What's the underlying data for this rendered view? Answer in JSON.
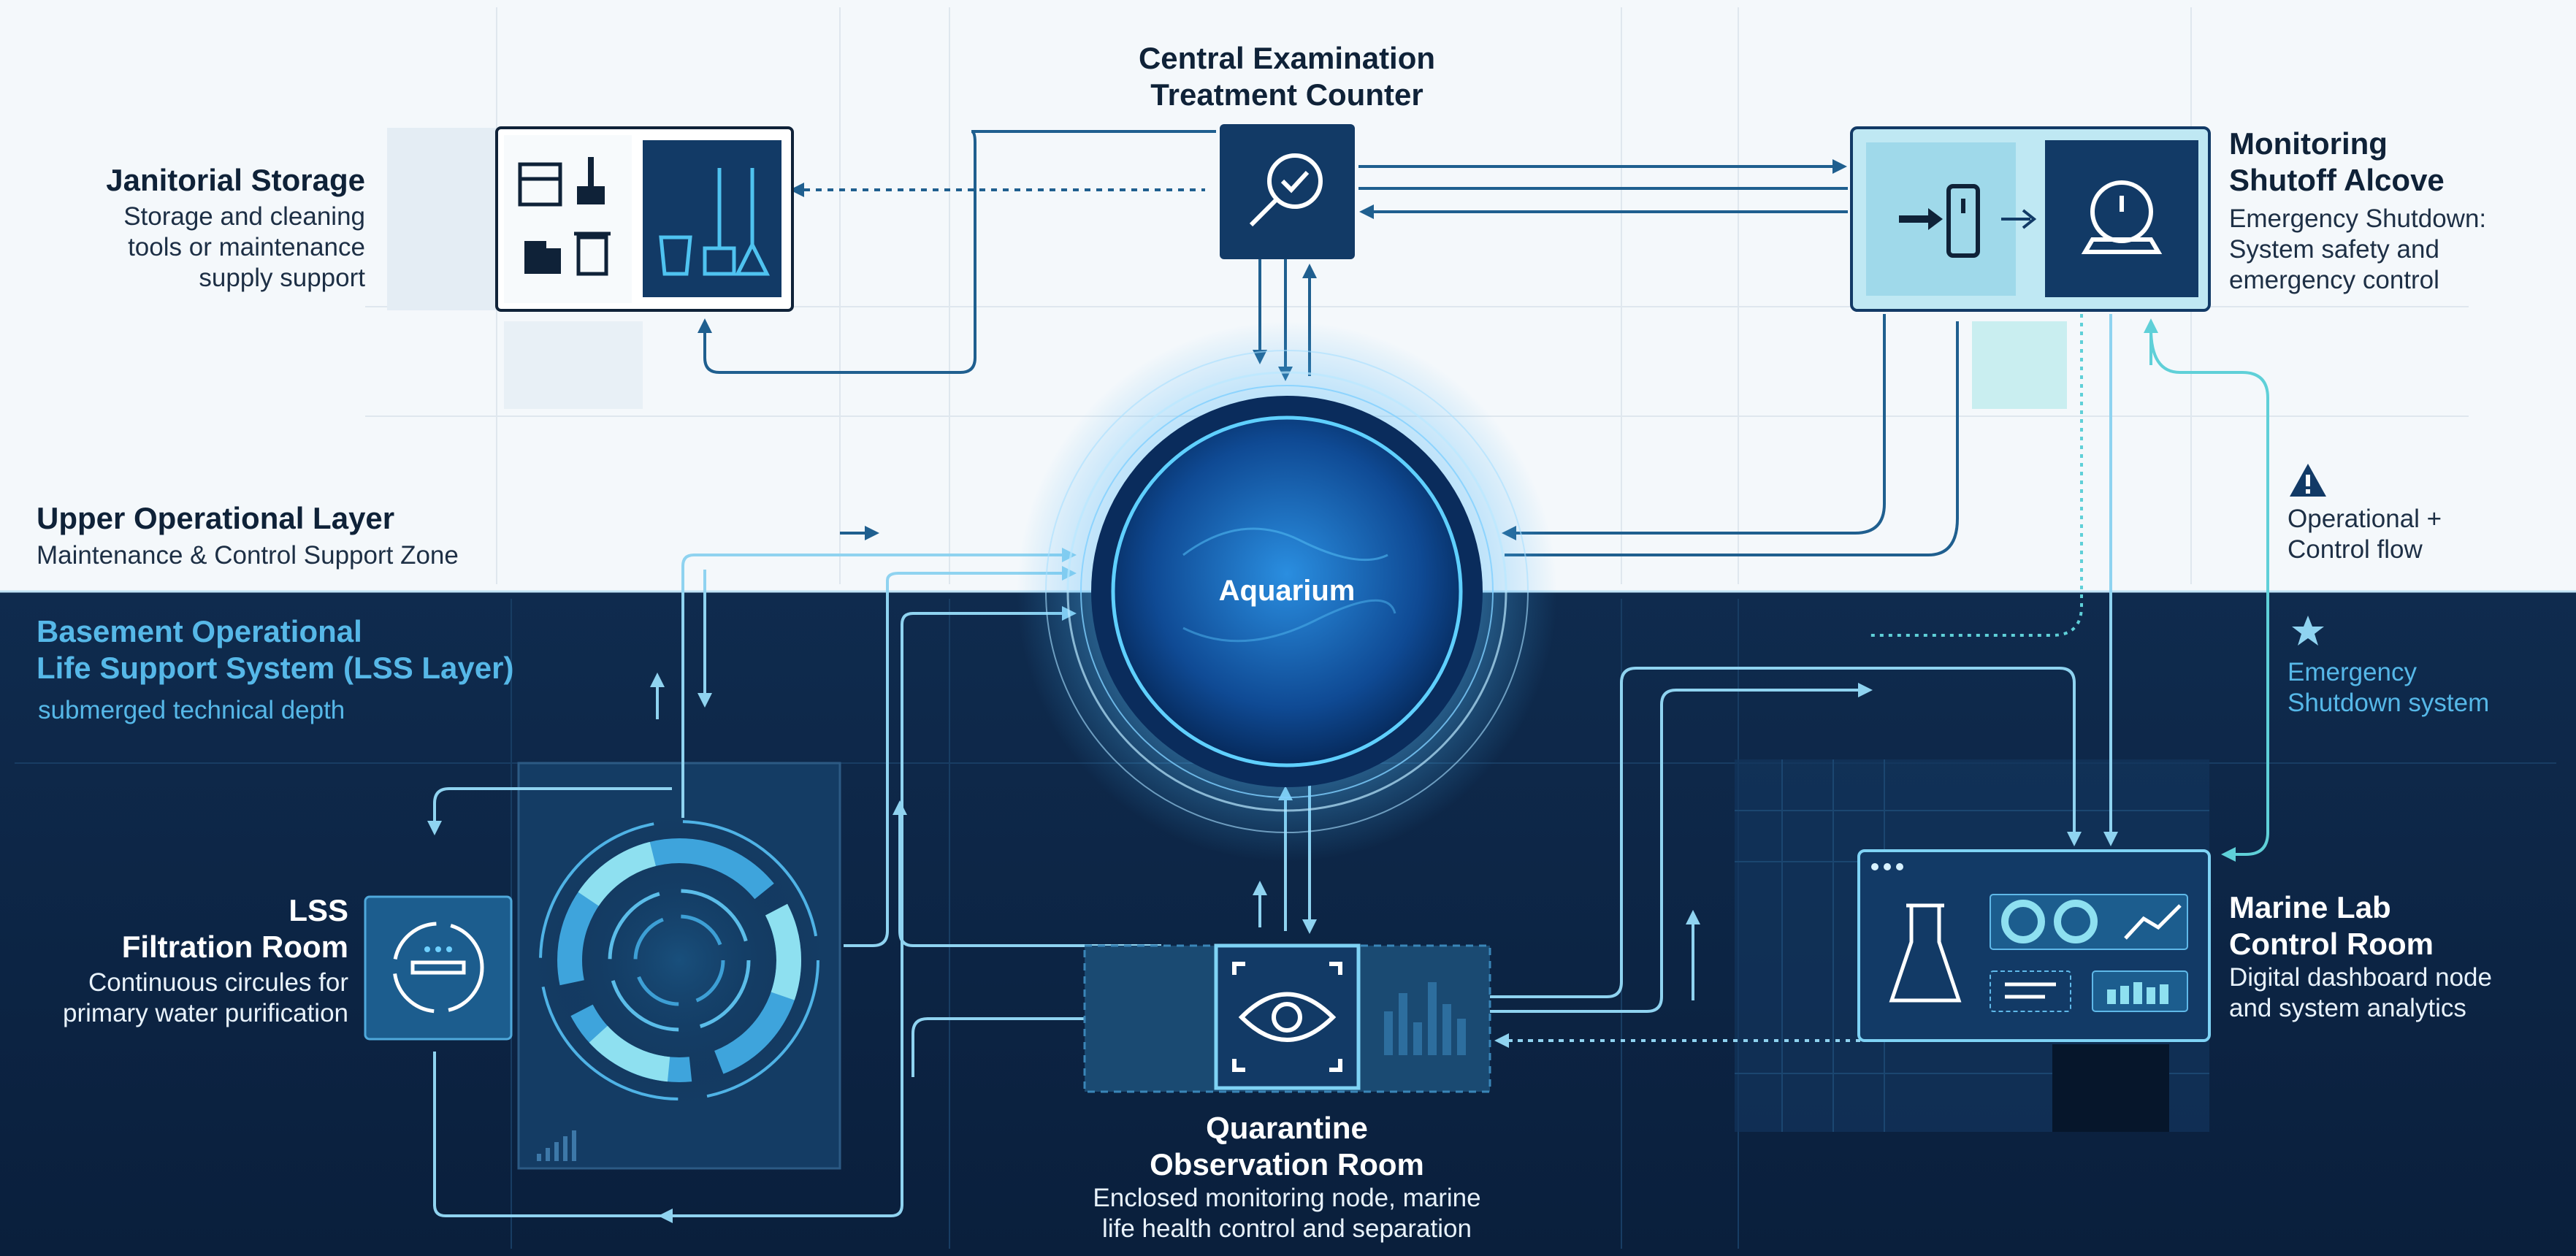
{
  "upper_layer": {
    "title": "Upper Operational Layer",
    "subtitle": "Maintenance & Control Support Zone"
  },
  "basement_layer": {
    "title_line1": "Basement Operational",
    "title_line2": "Life Support System (LSS Layer)",
    "subtitle": "submerged technical depth"
  },
  "nodes": {
    "janitorial": {
      "title": "Janitorial Storage",
      "desc_line1": "Storage and cleaning",
      "desc_line2": "tools or maintenance",
      "desc_line3": "supply support",
      "icon": "cleaning-tools-icon"
    },
    "examination": {
      "title_line1": "Central Examination",
      "title_line2": "Treatment Counter",
      "icon": "magnifier-check-icon"
    },
    "monitoring": {
      "title_line1": "Monitoring",
      "title_line2": "Shutoff Alcove",
      "desc_line1": "Emergency Shutdown:",
      "desc_line2": "System safety and",
      "desc_line3": "emergency control",
      "icon": "shutoff-switch-icon"
    },
    "aquarium": {
      "label": "Aquarium"
    },
    "lss_filtration": {
      "title_line1": "LSS",
      "title_line2": "Filtration Room",
      "desc_line1": "Continuous circules for",
      "desc_line2": "primary water purification",
      "icon": "filtration-cycle-icon"
    },
    "quarantine": {
      "title_line1": "Quarantine",
      "title_line2": "Observation Room",
      "desc_line1": "Enclosed monitoring node, marine",
      "desc_line2": "life health control and separation",
      "icon": "eye-icon"
    },
    "marine_lab": {
      "title_line1": "Marine Lab",
      "title_line2": "Control Room",
      "desc_line1": "Digital dashboard node",
      "desc_line2": "and system analytics",
      "icon": "flask-dashboard-icon"
    }
  },
  "legend": {
    "operational_line1": "Operational +",
    "operational_line2": "Control flow",
    "operational_icon": "warning-triangle-icon",
    "emergency_line1": "Emergency",
    "emergency_line2": "Shutdown system",
    "emergency_icon": "emergency-star-icon"
  },
  "colors": {
    "upper_bg": "#f4f8fb",
    "basement_bg": "#0c2444",
    "node_dark": "#123a66",
    "flow_line": "#1f5f8f",
    "flow_light": "#8fd3f0",
    "emergency": "#5fd0d8",
    "aquarium_glow": "#38b6ff"
  }
}
